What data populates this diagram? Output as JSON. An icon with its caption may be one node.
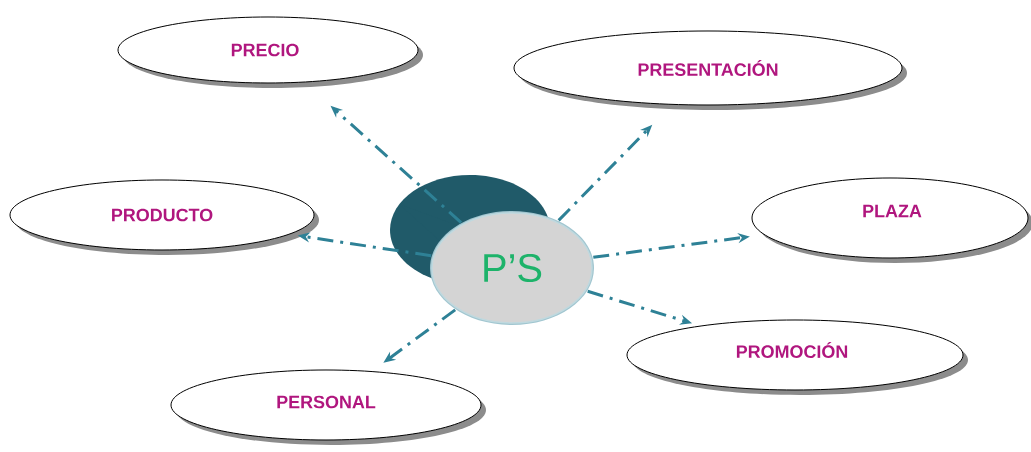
{
  "diagram": {
    "nodes": [
      {
        "text": [
          "PRECIO"
        ]
      },
      {
        "text": [
          "PRESENTACIÓN"
        ]
      },
      {
        "text": [
          "PRODUCTO"
        ]
      },
      {
        "text": [
          "PLAZA"
        ]
      },
      {
        "text": [
          "P’S"
        ]
      },
      {
        "text": [
          "PROMOCIÓN"
        ]
      },
      {
        "text": [
          "PERSONAL"
        ]
      }
    ],
    "edges": [
      {
        "from": 4,
        "to": 0,
        "arrow": "to"
      },
      {
        "from": 4,
        "to": 1,
        "arrow": "to"
      },
      {
        "from": 4,
        "to": 2,
        "arrow": "to"
      },
      {
        "from": 4,
        "to": 3,
        "arrow": "to"
      },
      {
        "from": 4,
        "to": 5,
        "arrow": "to"
      },
      {
        "from": 4,
        "to": 6,
        "arrow": "to"
      }
    ]
  }
}
